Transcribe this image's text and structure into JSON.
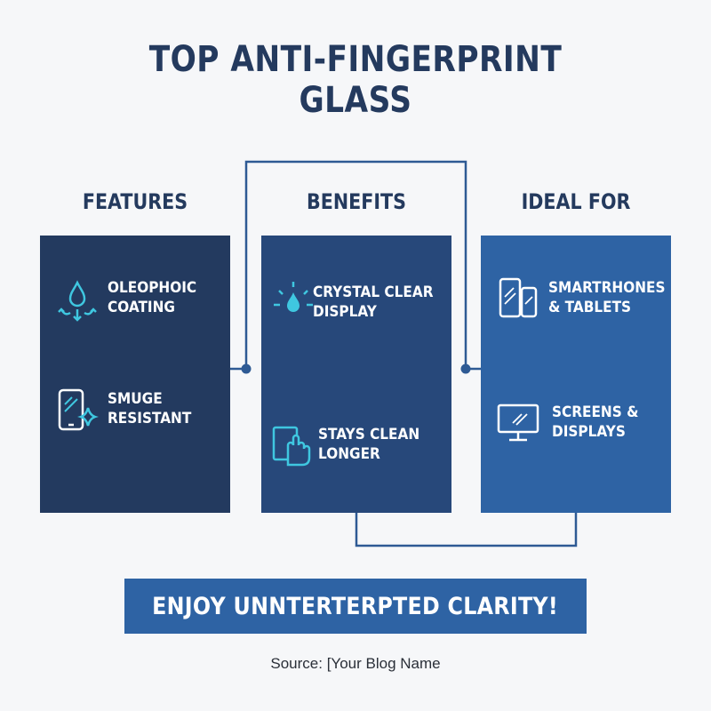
{
  "title": "TOP ANTI-FINGERPRINT\nGLASS",
  "columns": [
    {
      "heading": "FEATURES",
      "items": [
        {
          "label": "OLEOPHOIC\nCOATING",
          "icon": "water-drop-icon"
        },
        {
          "label": "SMUGE\nRESISTANT",
          "icon": "phone-sparkle-icon"
        }
      ]
    },
    {
      "heading": "BENEFITS",
      "items": [
        {
          "label": "CRYSTAL CLEAR\nDISPLAY",
          "icon": "sparkling-drop-icon"
        },
        {
          "label": "STAYS CLEAN\nLONGER",
          "icon": "hand-swipe-icon"
        }
      ]
    },
    {
      "heading": "IDEAL FOR",
      "items": [
        {
          "label": "SMARTRHONES\n& TABLETS",
          "icon": "phone-tablet-icon"
        },
        {
          "label": "SCREENS &\nDISPLAYS",
          "icon": "monitor-icon"
        }
      ]
    }
  ],
  "cta": "ENJOY UNNTERTERPTED CLARITY!",
  "source": "Source: [Your Blog Name",
  "colors": {
    "navy": "#233a5f",
    "mid_blue": "#27487a",
    "bright_blue": "#2e63a4",
    "accent_cyan": "#3fc7e0",
    "connector": "#2e5a94"
  }
}
